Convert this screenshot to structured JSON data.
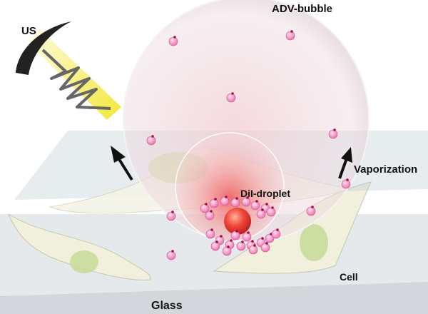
{
  "labels": {
    "bubble": "ADV-bubble",
    "us": "US",
    "vaporization": "Vaporization",
    "droplet": "DiI-droplet",
    "cell": "Cell",
    "glass": "Glass"
  },
  "colors": {
    "bubble": "#e9c9cf",
    "droplet": "#e83a3a",
    "particle": "#f07ab8",
    "cell": "#f1f0dc",
    "nucleus": "#c9dc9c",
    "beam": "#f5ef5a"
  }
}
